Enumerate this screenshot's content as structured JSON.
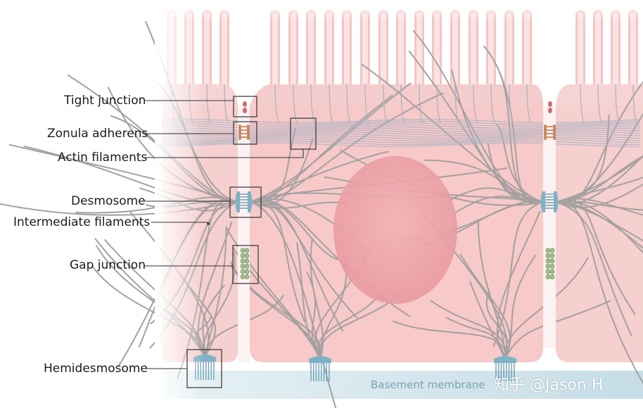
{
  "labels": {
    "tight_junction": "Tight junction",
    "zonula_adherens": "Zonula adherens",
    "actin_filaments": "Actin filaments",
    "desmosome": "Desmosome",
    "intermediate_filaments": "Intermediate filaments",
    "gap_junction": "Gap junction",
    "hemidesmosome": "Hemidesmosome",
    "basement_membrane": "Basement membrane"
  },
  "watermark": "知乎 @Jason H",
  "colors": {
    "cell_fill": "#f5c9c9",
    "cell_light": "#fbe6e6",
    "nucleus": "#eda5a8",
    "filament": "#a8a3a3",
    "actin": "#a9b3c4",
    "junction_blue": "#6fa6bd",
    "adherens_brown": "#c98a5f",
    "gap_green": "#9fb88a",
    "tight_red": "#d46a6a",
    "basement": "#cfe3ea",
    "box_stroke": "#333333"
  }
}
